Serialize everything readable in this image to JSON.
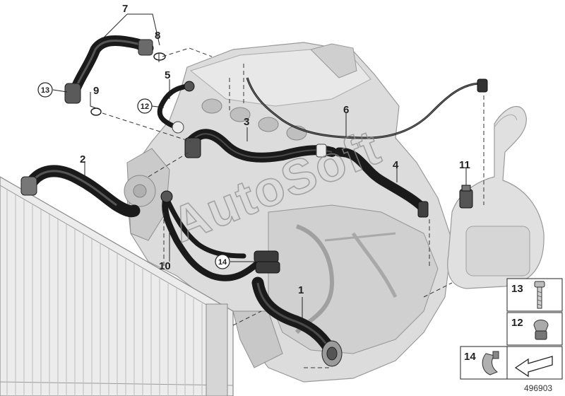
{
  "diagram": {
    "id": "496903",
    "watermark": "AutoSoft",
    "callouts": {
      "c1": "1",
      "c2": "2",
      "c3": "3",
      "c4": "4",
      "c5": "5",
      "c6": "6",
      "c7": "7",
      "c8": "8",
      "c9": "9",
      "c10": "10",
      "c11": "11",
      "c12": "12",
      "c13": "13",
      "c14": "14"
    },
    "legend": {
      "l13": "13",
      "l12": "12",
      "l14": "14"
    }
  },
  "colors": {
    "hose": "#1a1a1a",
    "engine": "#d6d6d6",
    "engine_outline": "#9a9a9a",
    "leader": "#222222"
  },
  "icons": [
    "radiator-icon",
    "engine-icon",
    "bolt-icon",
    "clip-icon",
    "clamp-icon",
    "arrow-icon"
  ]
}
